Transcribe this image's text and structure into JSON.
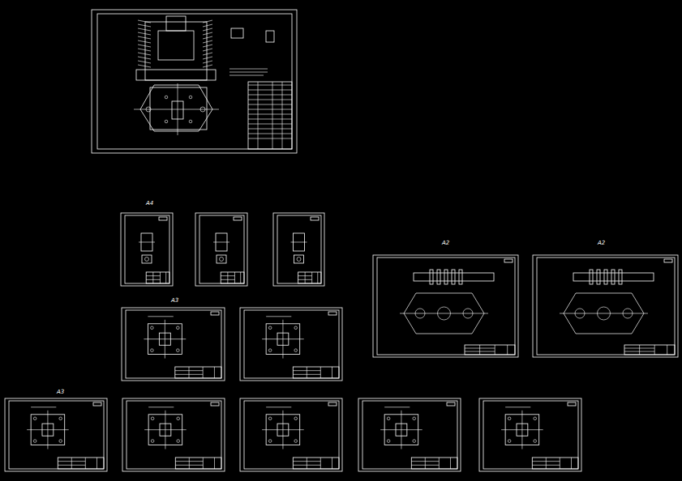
{
  "diagram": {
    "labels": [
      "A4",
      "A3",
      "A3",
      "A2",
      "A2"
    ]
  }
}
